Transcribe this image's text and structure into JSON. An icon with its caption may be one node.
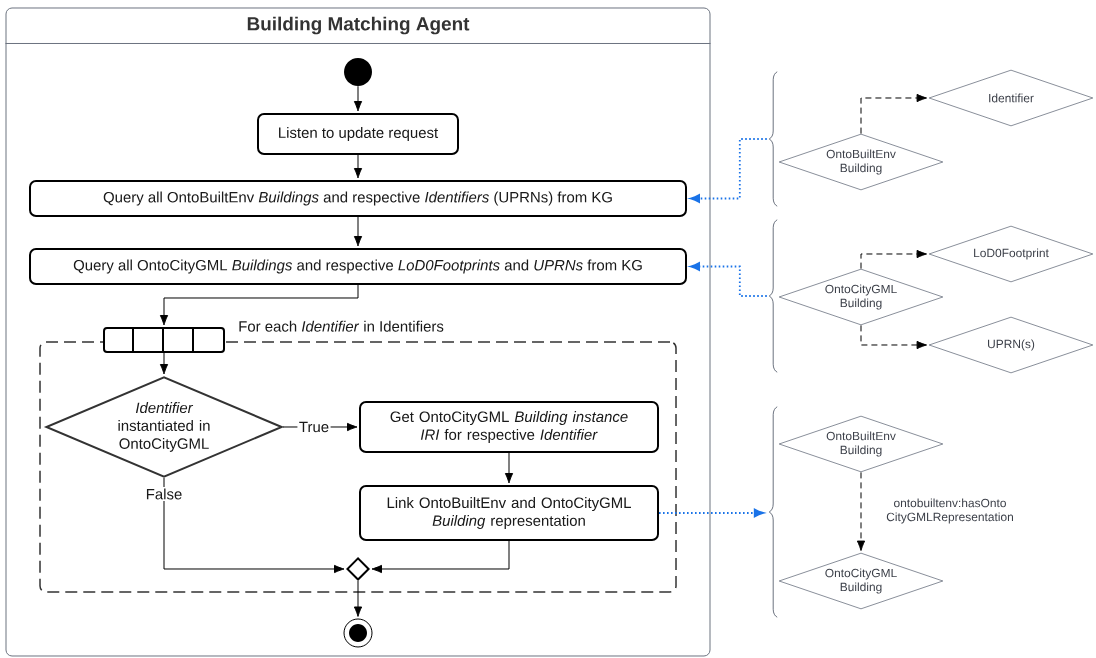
{
  "diagram": {
    "nodes": [
      {
        "text": [
          "Building Matching Agent"
        ]
      },
      {
        "text": [],
        "shape": "circle",
        "in": 0
      },
      {
        "text": [
          "Listen to update request"
        ],
        "in": 0
      },
      {
        "text": [
          "Query all OntoBuiltEnv *Buildings* and respective *Identifiers* (UPRNs) from KG"
        ],
        "in": 0
      },
      {
        "text": [
          "Query all OntoCityGML *Buildings* and respective *LoD0Footprints* and *UPRNs* from KG"
        ],
        "in": 0
      },
      {
        "text": [
          "For each *Identifier* in Identifiers"
        ],
        "in": 0
      },
      {
        "text": [],
        "shape": "bar",
        "in": 0
      },
      {
        "text": [
          "*Identifier* instantiated in OntoCityGML"
        ],
        "in": 5
      },
      {
        "text": [
          "Get OntoCityGML *Building instance IRI* for respective *Identifier*"
        ],
        "in": 5
      },
      {
        "text": [
          "Link OntoBuiltEnv and OntoCityGML *Building* representation"
        ],
        "in": 5
      },
      {
        "text": [],
        "shape": "diamond",
        "in": 5
      },
      {
        "text": [],
        "shape": "circle",
        "in": 0
      },
      {
        "text": [],
        "shape": "brace"
      },
      {
        "text": [
          "OntoBuiltEnv Building"
        ]
      },
      {
        "text": [
          "Identifier"
        ]
      },
      {
        "text": [],
        "shape": "brace"
      },
      {
        "text": [
          "OntoCityGML Building"
        ]
      },
      {
        "text": [
          "LoD0Footprint"
        ]
      },
      {
        "text": [
          "UPRN(s)"
        ]
      },
      {
        "text": [],
        "shape": "brace"
      },
      {
        "text": [
          "OntoBuiltEnv Building"
        ]
      },
      {
        "text": [
          "OntoCityGML Building"
        ]
      }
    ],
    "edges": [
      {
        "from": 1,
        "to": 2,
        "arrow": "to"
      },
      {
        "from": 2,
        "to": 3,
        "arrow": "to"
      },
      {
        "from": 3,
        "to": 4,
        "arrow": "to"
      },
      {
        "from": 4,
        "to": 6,
        "arrow": "to"
      },
      {
        "from": 6,
        "to": 7,
        "arrow": "to"
      },
      {
        "from": 7,
        "to": 8,
        "arrow": "to",
        "label": "True"
      },
      {
        "from": 8,
        "to": 9,
        "arrow": "to"
      },
      {
        "from": 7,
        "to": 10,
        "arrow": "to",
        "label": "False"
      },
      {
        "from": 9,
        "to": 10,
        "arrow": "to"
      },
      {
        "from": 10,
        "to": 11,
        "arrow": "to"
      },
      {
        "from": 12,
        "to": 3,
        "arrow": "to",
        "style": "dashed",
        "color": "#1a73e8"
      },
      {
        "from": 15,
        "to": 4,
        "arrow": "to",
        "style": "dashed",
        "color": "#1a73e8"
      },
      {
        "from": 9,
        "to": 19,
        "arrow": "to",
        "style": "dashed",
        "color": "#1a73e8"
      },
      {
        "from": 13,
        "to": 14,
        "arrow": "to",
        "style": "dashed"
      },
      {
        "from": 16,
        "to": 17,
        "arrow": "to",
        "style": "dashed"
      },
      {
        "from": 16,
        "to": 18,
        "arrow": "to",
        "style": "dashed"
      },
      {
        "from": 20,
        "to": 21,
        "arrow": "to",
        "style": "dashed",
        "label": "ontobuiltenv:hasOnto CityGMLRepresentation"
      }
    ]
  }
}
